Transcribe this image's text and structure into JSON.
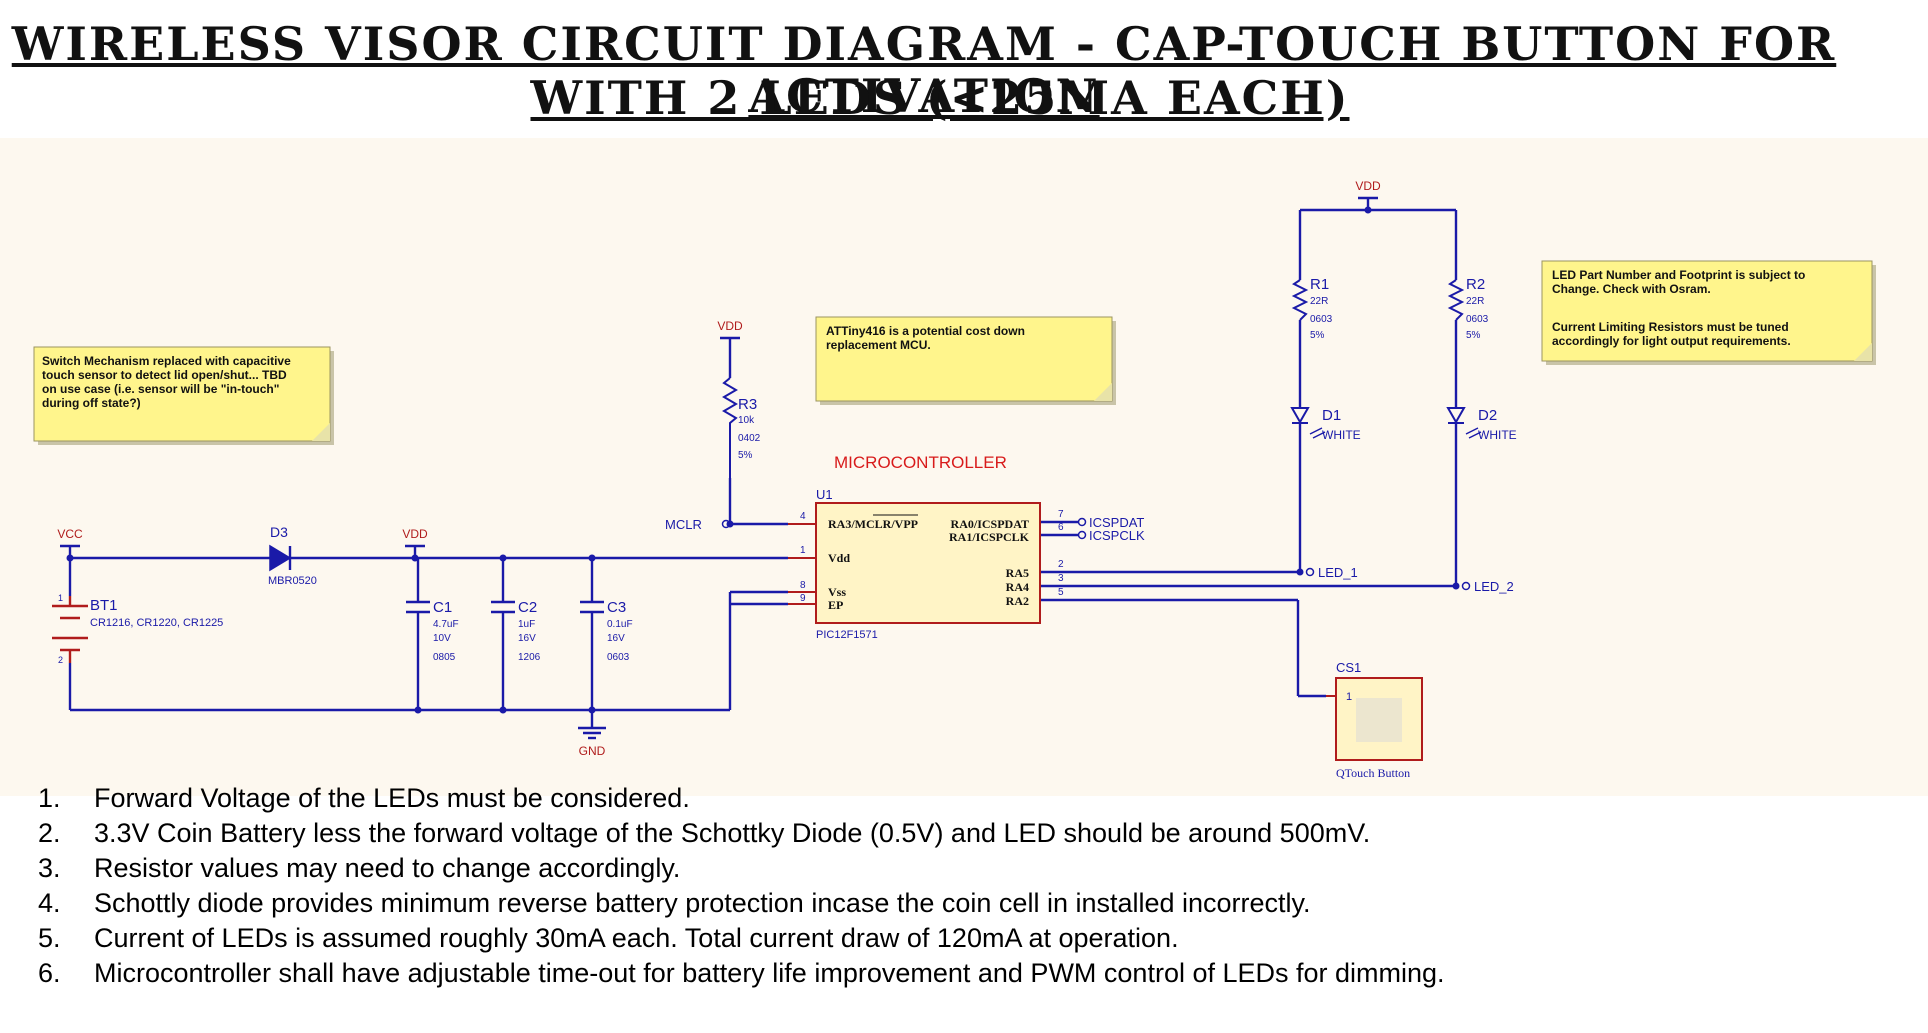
{
  "title": {
    "line1": "WIRELESS VISOR CIRCUIT DIAGRAM - CAP-TOUCH BUTTON FOR ACTIVATION",
    "line2": "WITH 2 LEDS (<25MA EACH)"
  },
  "notes": {
    "switch": [
      "Switch Mechanism replaced with capacitive",
      "touch sensor to detect lid open/shut... TBD",
      "on use case (i.e. sensor will be \"in-touch\"",
      "during off state?)"
    ],
    "attiny": [
      "ATTiny416 is a potential cost down",
      "replacement MCU."
    ],
    "led": [
      "LED Part Number and Footprint is subject to",
      "Change. Check with Osram.",
      "",
      "Current Limiting Resistors must be tuned",
      "accordingly for light output requirements."
    ]
  },
  "nets": {
    "vcc": "VCC",
    "vdd": "VDD",
    "gnd": "GND",
    "mclr": "MCLR",
    "icspdat": "ICSPDAT",
    "icspclk": "ICSPCLK",
    "led1": "LED_1",
    "led2": "LED_2"
  },
  "components": {
    "bt1": {
      "ref": "BT1",
      "value": "CR1216, CR1220, CR1225",
      "pin1": "1",
      "pin2": "2"
    },
    "d3": {
      "ref": "D3",
      "value": "MBR0520"
    },
    "c1": {
      "ref": "C1",
      "value": "4.7uF",
      "voltage": "10V",
      "pkg": "0805"
    },
    "c2": {
      "ref": "C2",
      "value": "1uF",
      "voltage": "16V",
      "pkg": "1206"
    },
    "c3": {
      "ref": "C3",
      "value": "0.1uF",
      "voltage": "16V",
      "pkg": "0603"
    },
    "r3": {
      "ref": "R3",
      "value": "10k",
      "pkg": "0402",
      "tol": "5%"
    },
    "r1": {
      "ref": "R1",
      "value": "22R",
      "pkg": "0603",
      "tol": "5%"
    },
    "r2": {
      "ref": "R2",
      "value": "22R",
      "pkg": "0603",
      "tol": "5%"
    },
    "d1": {
      "ref": "D1",
      "value": "WHITE"
    },
    "d2": {
      "ref": "D2",
      "value": "WHITE"
    },
    "u1": {
      "ref": "U1",
      "part": "PIC12F1571",
      "pin_ra3": "RA3/MCLR/VPP",
      "pin_vdd": "Vdd",
      "pin_vss": "Vss",
      "pin_ep": "EP",
      "pin_ra0": "RA0/ICSPDAT",
      "pin_ra1": "RA1/ICSPCLK",
      "pin_ra5": "RA5",
      "pin_ra4": "RA4",
      "pin_ra2": "RA2",
      "num_4": "4",
      "num_1": "1",
      "num_8": "8",
      "num_9": "9",
      "num_7": "7",
      "num_6": "6",
      "num_2": "2",
      "num_3": "3",
      "num_5": "5"
    },
    "cs1": {
      "ref": "CS1",
      "pin": "1",
      "name": "QTouch Button"
    }
  },
  "labels": {
    "microcontroller": "MICROCONTROLLER"
  },
  "footnotes": [
    {
      "num": "1.",
      "text": "Forward Voltage of the LEDs must be considered."
    },
    {
      "num": "2.",
      "text": "3.3V Coin Battery less the forward voltage of the Schottky Diode (0.5V) and LED should be around 500mV."
    },
    {
      "num": "3.",
      "text": "Resistor values may need to change accordingly."
    },
    {
      "num": "4.",
      "text": "Schottly diode provides minimum reverse battery protection incase the coin cell in installed incorrectly."
    },
    {
      "num": "5.",
      "text": "Current of LEDs is assumed roughly 30mA each. Total current draw of 120mA at operation."
    },
    {
      "num": "6.",
      "text": "Microcontroller shall have adjustable time-out for battery life improvement and PWM control of LEDs for dimming."
    }
  ],
  "colors": {
    "wire": "#1a1aa8",
    "part": "#b01c1c",
    "note_bg": "#fff58c",
    "bg": "#fdf8ef",
    "label_red": "#d81b1b"
  }
}
